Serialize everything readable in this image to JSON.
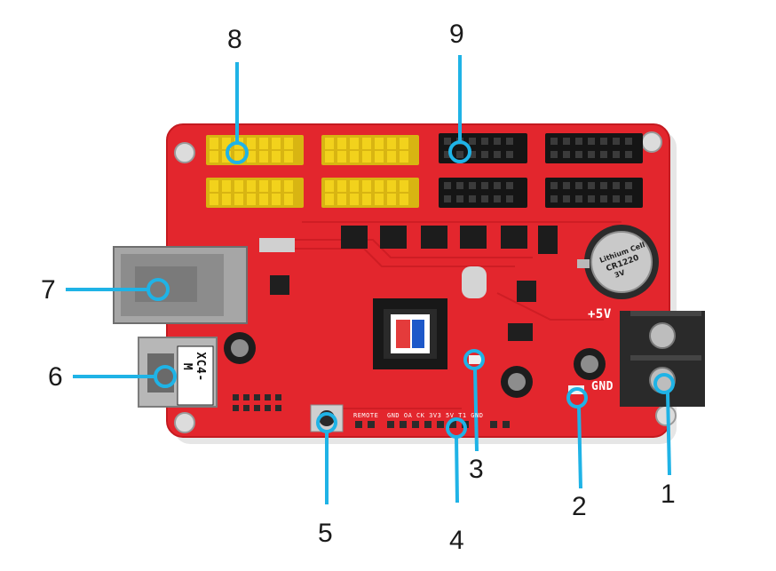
{
  "callouts": [
    {
      "id": "1",
      "text": "1"
    },
    {
      "id": "2",
      "text": "2"
    },
    {
      "id": "3",
      "text": "3"
    },
    {
      "id": "4",
      "text": "4"
    },
    {
      "id": "5",
      "text": "5"
    },
    {
      "id": "6",
      "text": "6"
    },
    {
      "id": "7",
      "text": "7"
    },
    {
      "id": "8",
      "text": "8"
    },
    {
      "id": "9",
      "text": "9"
    }
  ],
  "board": {
    "model_label": "XC4-M",
    "power_plus": "+5V",
    "power_gnd": "GND",
    "pin_header_label": "GND OA CK 3V3 5V T1 GND",
    "remote_label": "REMOTE",
    "battery_label": "CR1220",
    "battery_brand": "Lithium Cell",
    "battery_voltage": "3V"
  },
  "colors": {
    "pcb_red": "#e3262d",
    "callout_blue": "#1fb3e6",
    "header_yellow": "#f2d21c"
  }
}
